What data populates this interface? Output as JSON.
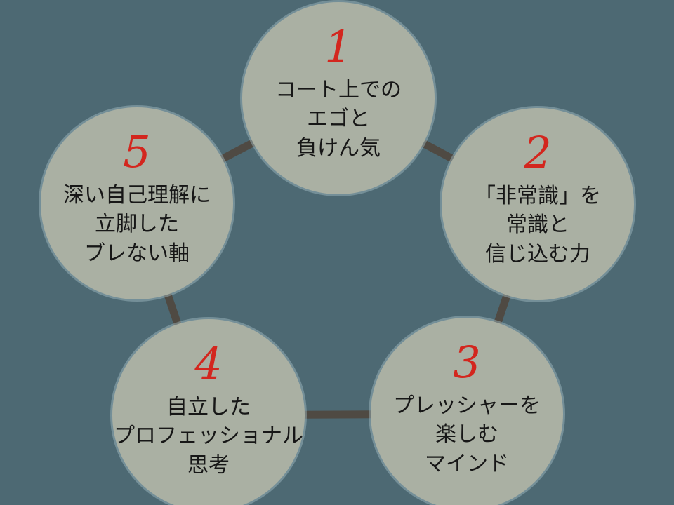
{
  "canvas": {
    "background_color": "#4d6973",
    "circle_color": "#aab0a3",
    "connector_color": "#4f4a43",
    "number_color": "#d3261e",
    "text_color": "#171717"
  },
  "diagram": {
    "type": "cycle-pentagon",
    "items": [
      {
        "number": "1",
        "text": "コート上での\nエゴと\n負けん気"
      },
      {
        "number": "2",
        "text": "「非常識」を\n常識と\n信じ込む力"
      },
      {
        "number": "3",
        "text": "プレッシャーを\n楽しむ\nマインド"
      },
      {
        "number": "4",
        "text": "自立した\nプロフェッショナル\n思考"
      },
      {
        "number": "5",
        "text": "深い自己理解に\n立脚した\nブレない軸"
      }
    ]
  }
}
